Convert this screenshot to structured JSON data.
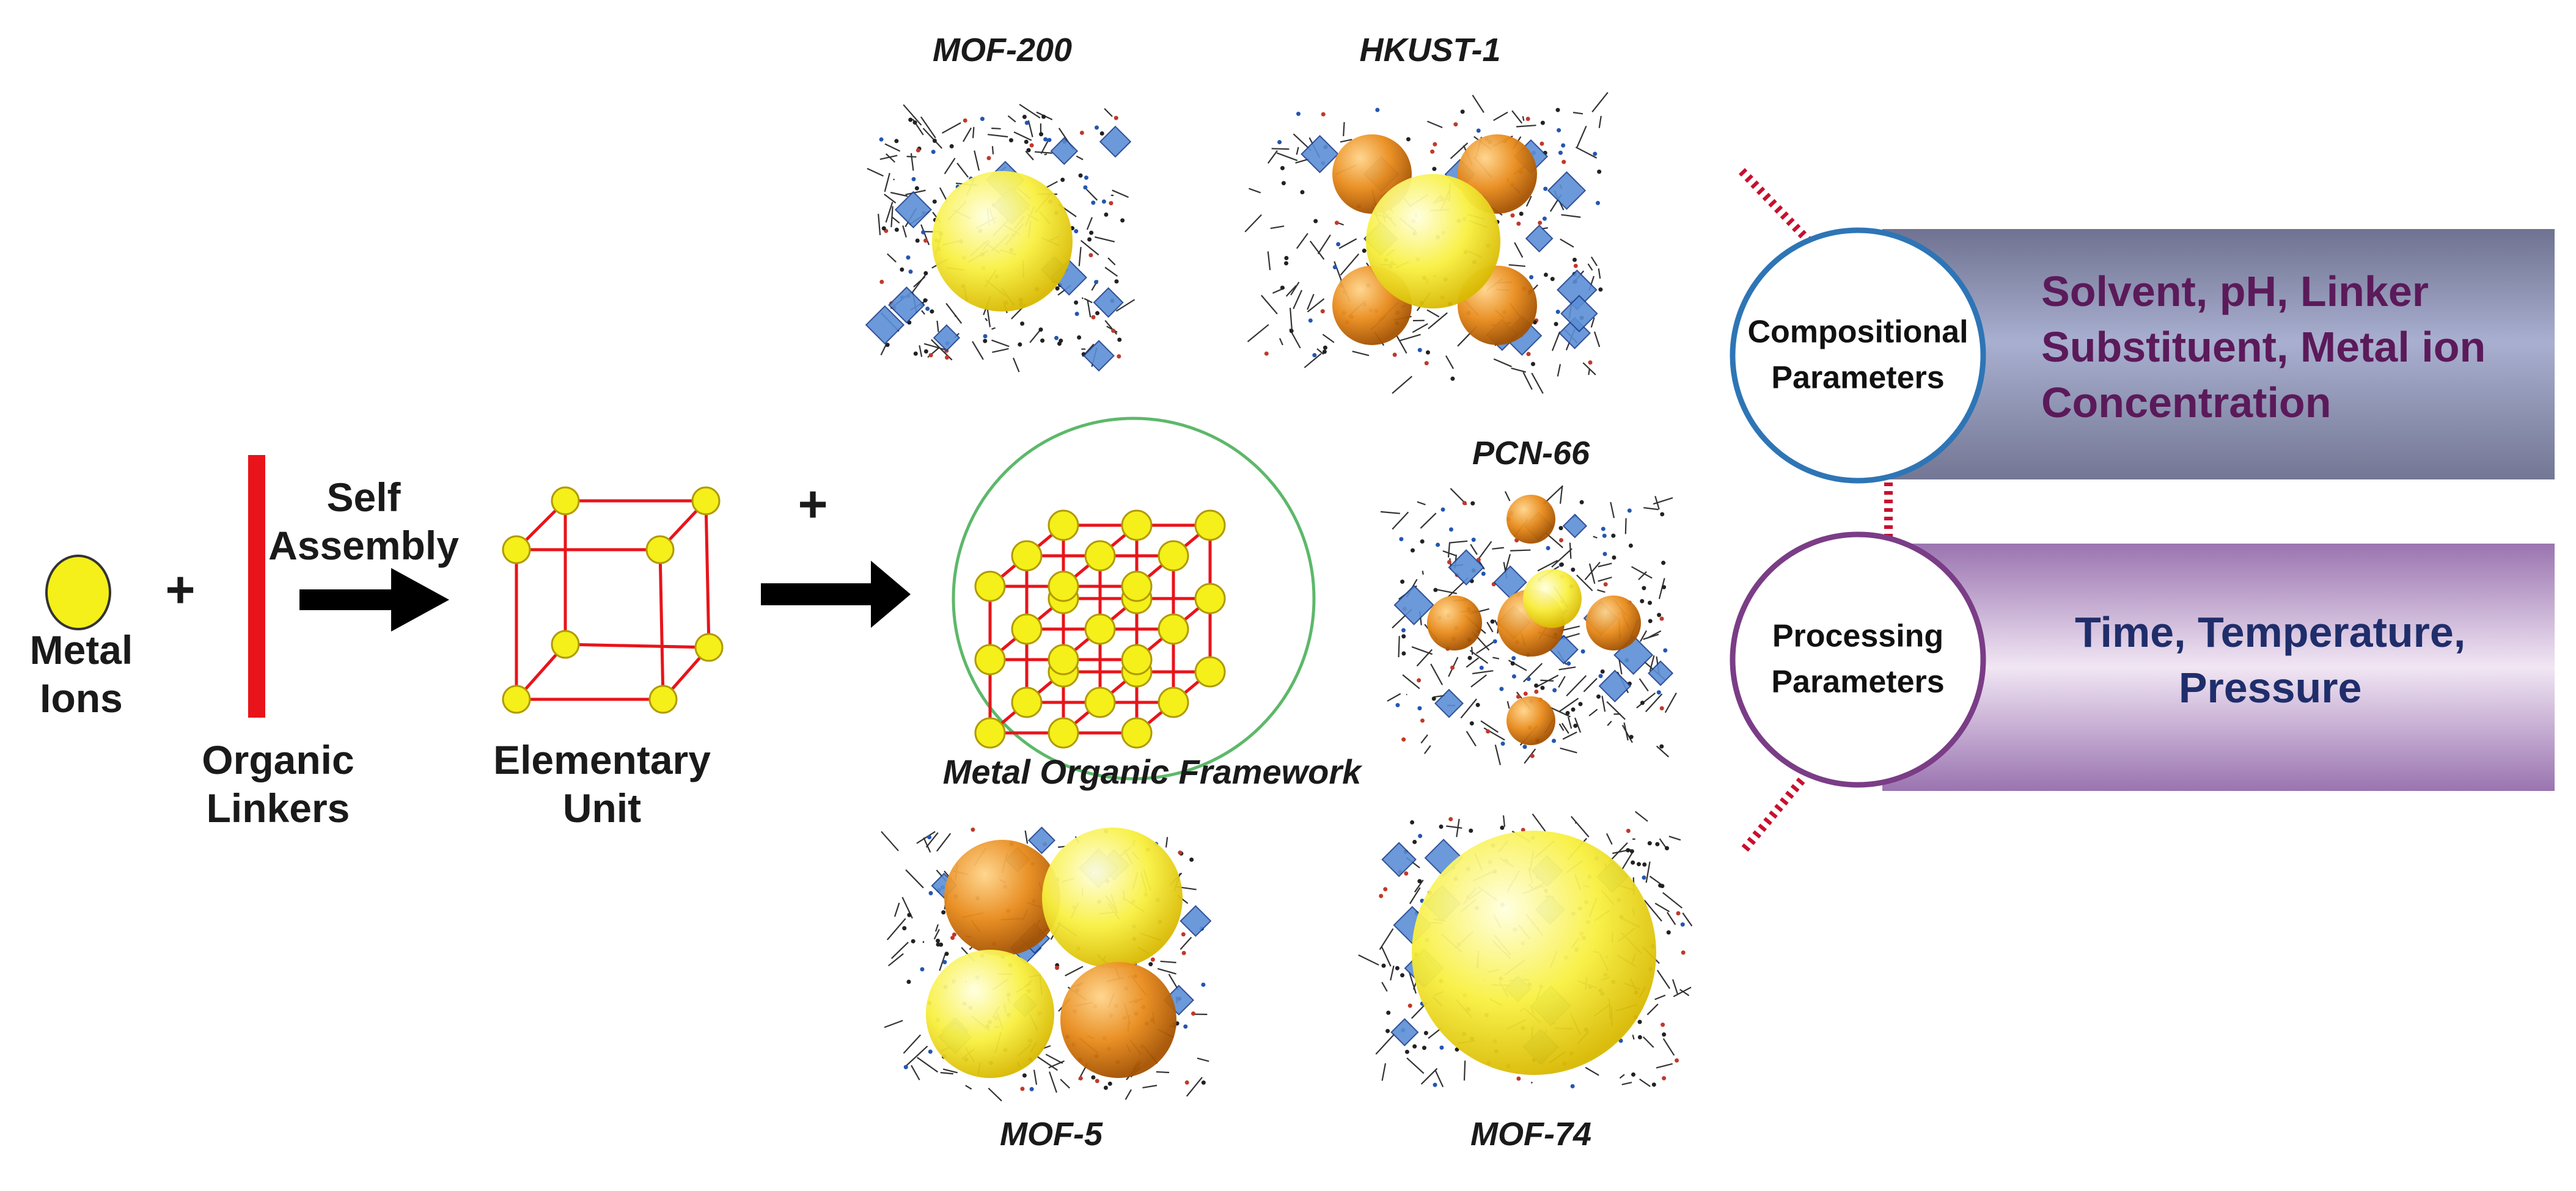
{
  "labels": {
    "metal_ions": [
      "Metal",
      "Ions"
    ],
    "organic_linkers": [
      "Organic",
      "Linkers"
    ],
    "self_assembly": [
      "Self",
      "Assembly"
    ],
    "elementary_unit": [
      "Elementary",
      "Unit"
    ],
    "plus": "+",
    "framework": "Metal Organic Framework"
  },
  "mof_examples": [
    "MOF-200",
    "HKUST-1",
    "PCN-66",
    "MOF-5",
    "MOF-74"
  ],
  "parameters": [
    {
      "circle_label": [
        "Compositional",
        "Parameters"
      ],
      "detail": [
        "Solvent, pH, Linker",
        "Substituent, Metal ion",
        "Concentration"
      ],
      "detail_color": "#5b1a5a",
      "band_color": "#8e8ead"
    },
    {
      "circle_label": [
        "Processing",
        "Parameters"
      ],
      "detail": [
        "Time, Temperature,",
        "Pressure"
      ],
      "detail_color": "#1f2e6b",
      "band_color": "#b294c4"
    }
  ],
  "colors": {
    "node": "#f5ef1a",
    "linker": "#e8141a",
    "arrow": "#000000",
    "framework_ring": "#5db86a",
    "circle_border_1": "#2e75b6",
    "circle_border_2": "#7a3d86",
    "dash": "#c8102e"
  },
  "icons": [
    "yellow-sphere-icon",
    "cube-lattice-icon",
    "framework-lattice-icon",
    "crystal-structure-icon"
  ]
}
